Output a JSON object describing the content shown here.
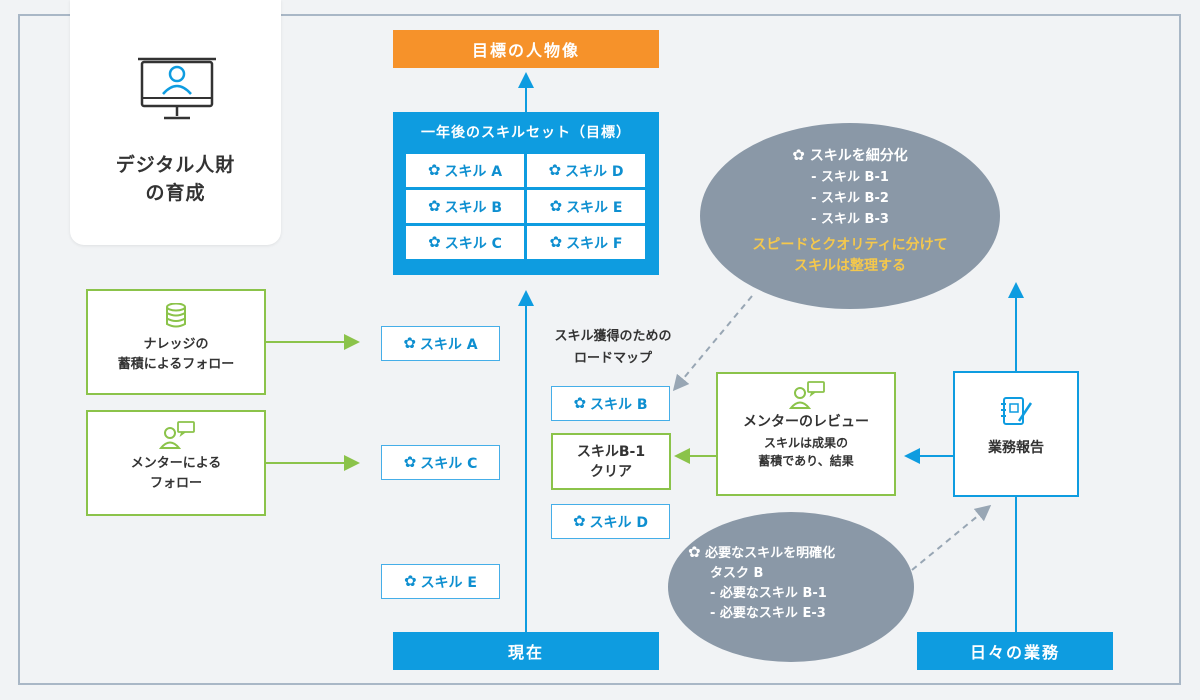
{
  "header": {
    "line1": "デジタル人財",
    "line2": "の育成"
  },
  "top_label": "目標の人物像",
  "goal": {
    "title": "一年後のスキルセット（目標）",
    "skills": [
      "スキル A",
      "スキル D",
      "スキル B",
      "スキル E",
      "スキル C",
      "スキル F"
    ]
  },
  "left_boxes": {
    "knowledge": {
      "line1": "ナレッジの",
      "line2": "蓄積によるフォロー"
    },
    "mentor_follow": {
      "line1": "メンターによる",
      "line2": "フォロー"
    }
  },
  "left_chips": [
    "スキル A",
    "スキル C",
    "スキル E"
  ],
  "roadmap": {
    "line1": "スキル獲得のための",
    "line2": "ロードマップ"
  },
  "mid_chips": {
    "b": "スキル B",
    "d": "スキル D"
  },
  "clear_box": {
    "line1": "スキルB-1",
    "line2": "クリア"
  },
  "mentor_review": {
    "title": "メンターのレビュー",
    "line1": "スキルは成果の",
    "line2": "蓄積であり、結果"
  },
  "report": {
    "title": "業務報告"
  },
  "cloud_top": {
    "title": "スキルを細分化",
    "items": [
      "- スキル B-1",
      "- スキル B-2",
      "- スキル B-3"
    ],
    "note1": "スピードとクオリティに分けて",
    "note2": "スキルは整理する"
  },
  "cloud_bottom": {
    "title": "必要なスキルを明確化",
    "line1": "タスク B",
    "items": [
      "- 必要なスキル B-1",
      "- 必要なスキル E-3"
    ]
  },
  "bottom": {
    "now": "現在",
    "daily": "日々の業務"
  },
  "colors": {
    "blue": "#0e9ce0",
    "orange": "#f6922a",
    "green": "#8bc34a",
    "gray_cloud": "#8a98a7",
    "yellow_note": "#f5c84c"
  }
}
